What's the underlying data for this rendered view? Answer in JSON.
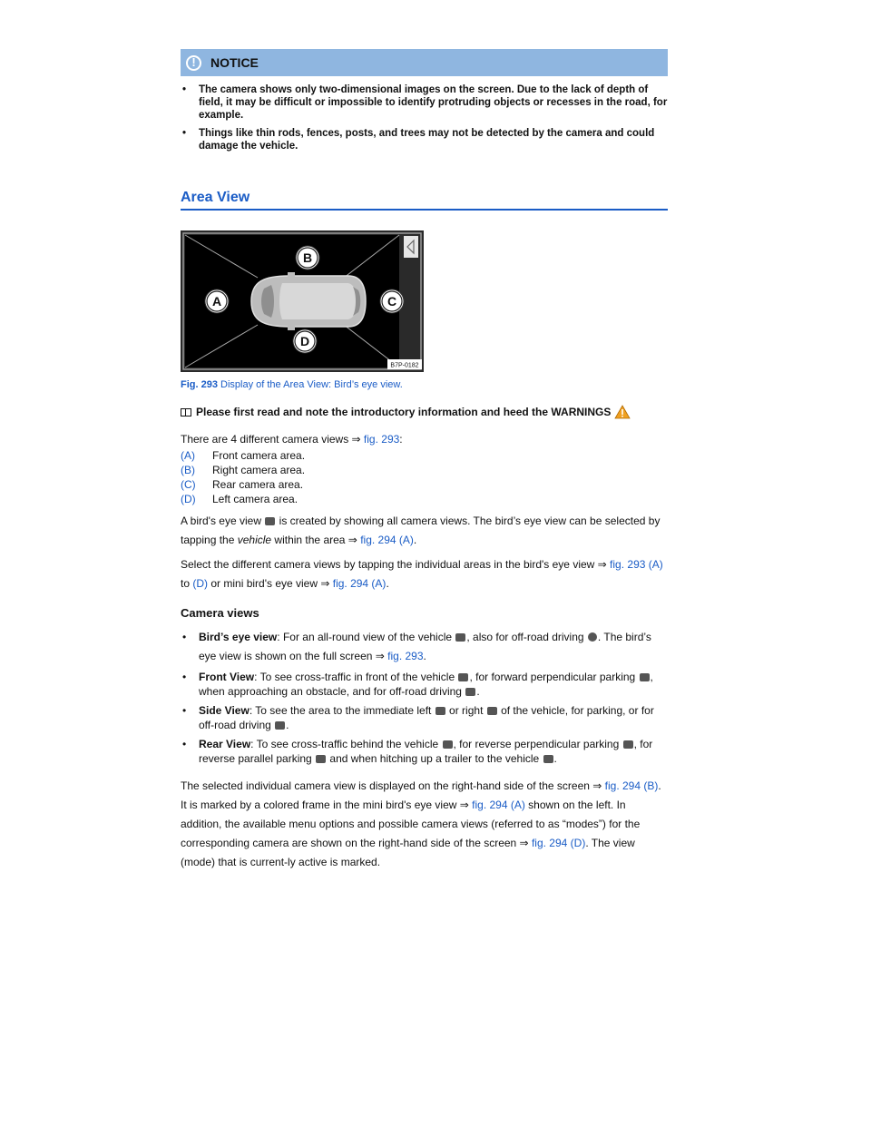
{
  "notice": {
    "title": "NOTICE",
    "items": [
      "The camera shows only two-dimensional images on the screen. Due to the lack of depth of field, it may be difficult or impossible to identify protruding objects or recesses in the road, for example.",
      "Things like thin rods, fences, posts, and trees may not be detected by the camera and could damage the vehicle."
    ]
  },
  "section": {
    "title": "Area View"
  },
  "figure": {
    "labels": [
      "A",
      "B",
      "C",
      "D"
    ],
    "code": "B7P-0182",
    "caption_num": "Fig. 293",
    "caption_text": " Display of the Area View: Bird’s eye view."
  },
  "readfirst": "Please first read and note the introductory information and heed the WARNINGS",
  "intro": {
    "before": "There are 4 different camera views ⇒ ",
    "link": "fig. 293",
    "after": ":"
  },
  "views": [
    {
      "key": "(A)",
      "text": "Front camera area."
    },
    {
      "key": "(B)",
      "text": "Right camera area."
    },
    {
      "key": "(C)",
      "text": "Rear camera area."
    },
    {
      "key": "(D)",
      "text": "Left camera area."
    }
  ],
  "p1": {
    "a": "A bird's eye view ",
    "b": " is created by showing all camera views. The bird’s eye view can be selected by tapping the ",
    "italic": "vehicle",
    "c": " within the area ⇒ ",
    "link": "fig. 294 (A)",
    "d": "."
  },
  "p2": {
    "a": "Select the different camera views by tapping the individual areas in the bird's eye view ⇒ ",
    "link1": "fig. 293 (A)",
    "b": " to ",
    "link2": "(D)",
    "c": " or mini bird's eye view ⇒ ",
    "link3": "fig. 294 (A)",
    "d": "."
  },
  "camera_views": {
    "title": "Camera views",
    "birds": {
      "label": "Bird’s eye view",
      "a": ": For an all-round view of the vehicle ",
      "b": ", also for off-road driving ",
      "c": ". The bird’s eye view is shown on the full screen ⇒ ",
      "link": "fig. 293",
      "d": "."
    },
    "front": {
      "label": "Front View",
      "a": ": To see cross-traffic in front of the vehicle ",
      "b": ", for forward perpendicular parking ",
      "c": ", when approaching an obstacle, and for off-road driving ",
      "d": "."
    },
    "side": {
      "label": "Side View",
      "a": ": To see the area to the immediate left ",
      "b": " or right ",
      "c": " of the vehicle, for parking, or for off-road driving ",
      "d": "."
    },
    "rear": {
      "label": "Rear View",
      "a": ": To see cross-traffic behind the vehicle ",
      "b": ", for reverse perpendicular parking ",
      "c": ", for reverse parallel parking ",
      "d": " and when hitching up a trailer to the vehicle ",
      "e": "."
    }
  },
  "p3": {
    "a": "The selected individual camera view is displayed on the right-hand side of the screen ⇒ ",
    "link1": "fig. 294 (B)",
    "b": ". It is marked by a colored frame in the mini bird's eye view ⇒ ",
    "link2": "fig. 294 (A)",
    "c": " shown on the left. In addition, the available menu options and possible camera views (referred to as “modes”) for the corresponding camera are shown on the right-hand side of the screen ⇒ ",
    "link3": "fig. 294 (D)",
    "d": ". The view (mode) that is current-ly active is marked."
  }
}
